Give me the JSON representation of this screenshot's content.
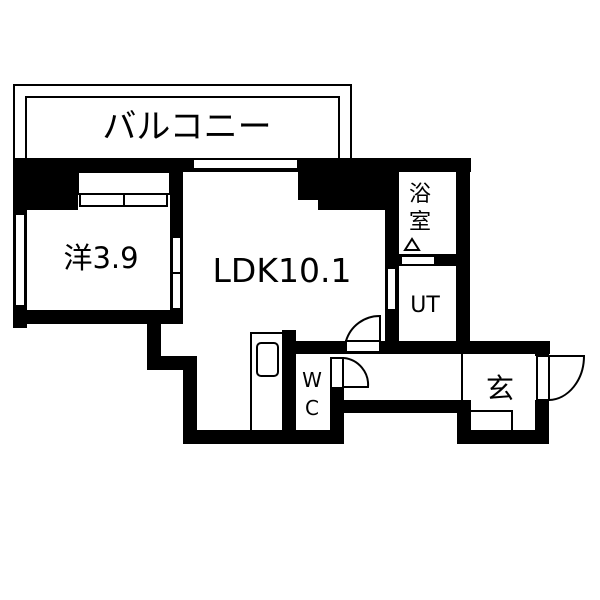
{
  "floorplan": {
    "rooms": {
      "balcony": {
        "label": "バルコニー"
      },
      "western_room": {
        "label": "洋3.9",
        "type": "洋室",
        "size_jo": 3.9
      },
      "ldk": {
        "label": "LDK10.1",
        "type": "LDK",
        "size_jo": 10.1
      },
      "bath": {
        "label_line1": "浴",
        "label_line2": "室"
      },
      "utility": {
        "label": "UT"
      },
      "toilet": {
        "label_line1": "W",
        "label_line2": "C"
      },
      "entrance": {
        "label": "玄"
      }
    },
    "colors": {
      "wall": "#000000",
      "background": "#ffffff"
    }
  }
}
